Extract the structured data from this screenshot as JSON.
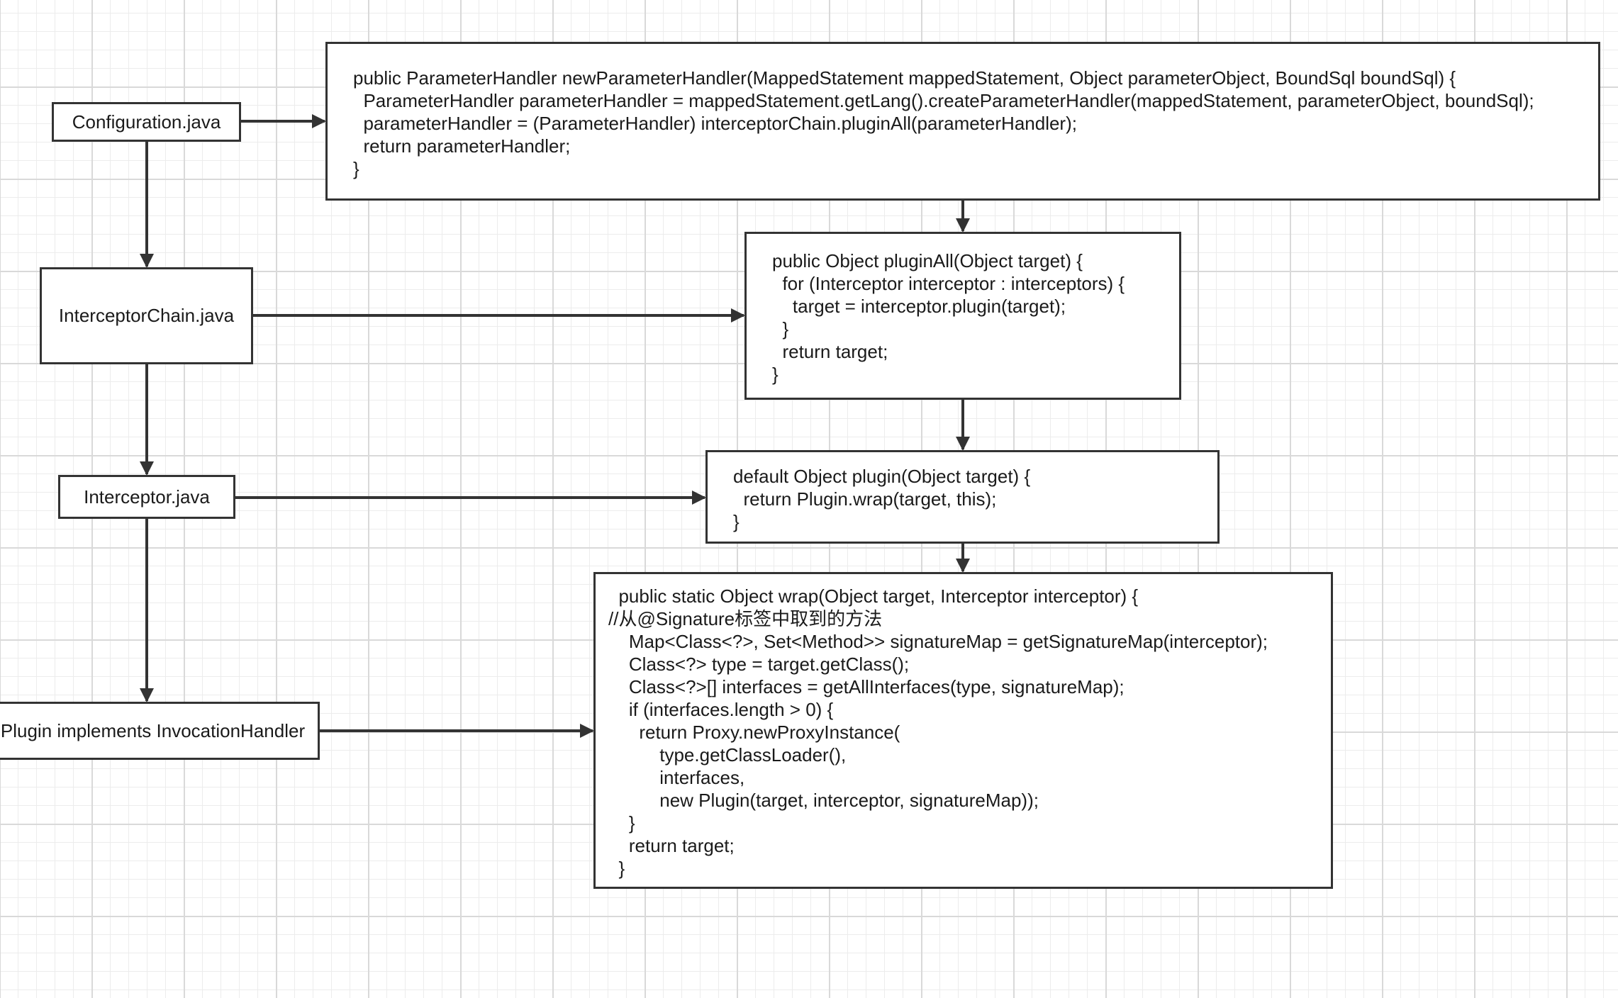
{
  "nodes": {
    "configuration": "Configuration.java",
    "interceptor_chain": "InterceptorChain.java",
    "interceptor": "Interceptor.java",
    "plugin": "Plugin implements InvocationHandler"
  },
  "code_blocks": {
    "new_parameter_handler": [
      "public ParameterHandler newParameterHandler(MappedStatement mappedStatement, Object parameterObject, BoundSql boundSql) {",
      "  ParameterHandler parameterHandler = mappedStatement.getLang().createParameterHandler(mappedStatement, parameterObject, boundSql);",
      "  parameterHandler = (ParameterHandler) interceptorChain.pluginAll(parameterHandler);",
      "  return parameterHandler;",
      "}"
    ],
    "plugin_all": [
      "public Object pluginAll(Object target) {",
      "  for (Interceptor interceptor : interceptors) {",
      "    target = interceptor.plugin(target);",
      "  }",
      "  return target;",
      "}"
    ],
    "plugin_default": [
      "default Object plugin(Object target) {",
      "  return Plugin.wrap(target, this);",
      "}"
    ],
    "wrap": [
      "  public static Object wrap(Object target, Interceptor interceptor) {",
      "//从@Signature标签中取到的方法",
      "    Map<Class<?>, Set<Method>> signatureMap = getSignatureMap(interceptor);",
      "    Class<?> type = target.getClass();",
      "    Class<?>[] interfaces = getAllInterfaces(type, signatureMap);",
      "    if (interfaces.length > 0) {",
      "      return Proxy.newProxyInstance(",
      "          type.getClassLoader(),",
      "          interfaces,",
      "          new Plugin(target, interceptor, signatureMap));",
      "    }",
      "    return target;",
      "  }"
    ]
  }
}
